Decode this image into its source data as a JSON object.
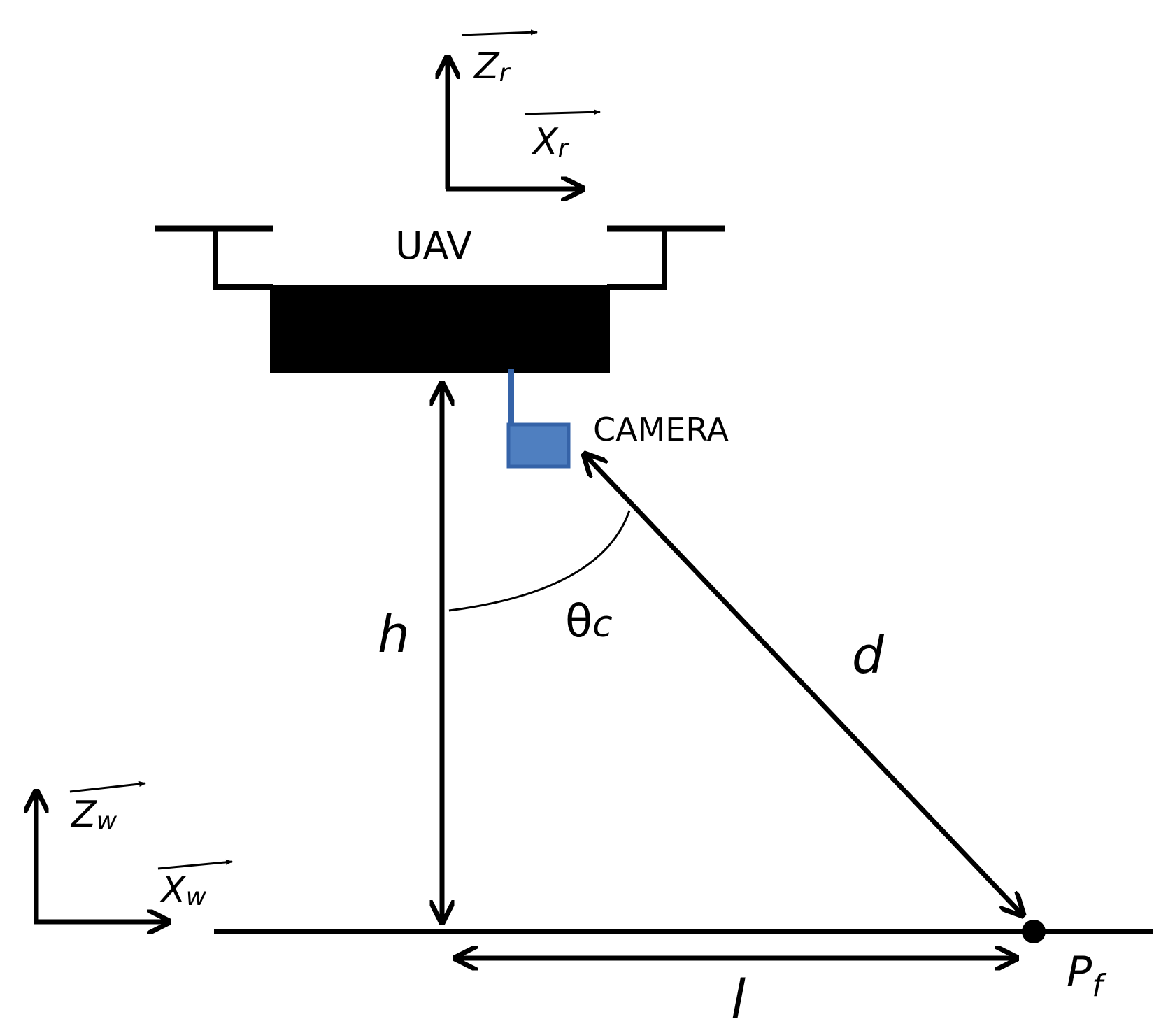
{
  "labels": {
    "uav": "UAV",
    "camera": "CAMERA",
    "h": "h",
    "d": "d",
    "l": "l",
    "theta": "θ",
    "theta_sub": "c",
    "pf": "P",
    "pf_sub": "f",
    "zr": "Z",
    "zr_sub": "r",
    "xr": "X",
    "xr_sub": "r",
    "zw": "Z",
    "zw_sub": "w",
    "xw": "X",
    "xw_sub": "w"
  },
  "colors": {
    "line": "#000000",
    "camera_fill": "#4f7fc0",
    "camera_stroke": "#3563a8"
  }
}
